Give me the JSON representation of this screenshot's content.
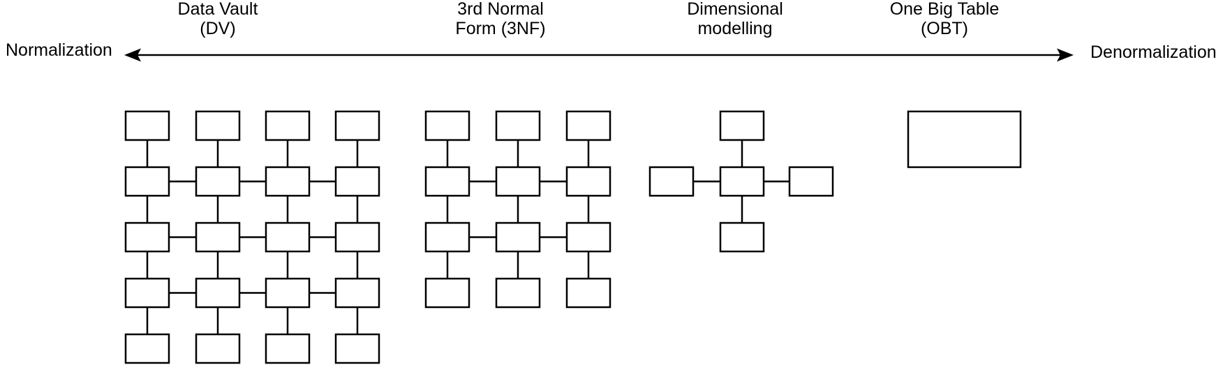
{
  "axis": {
    "left_label": "Normalization",
    "right_label": "Denormalization"
  },
  "methods": [
    {
      "name": "data-vault",
      "label": [
        "Data Vault",
        "(DV)"
      ],
      "diagram": {
        "type": "grid",
        "cols": 4,
        "rows": 5,
        "tables": 20
      }
    },
    {
      "name": "third-normal-form",
      "label": [
        "3rd Normal",
        "Form (3NF)"
      ],
      "diagram": {
        "type": "grid",
        "cols": 3,
        "rows": 4,
        "tables": 12
      }
    },
    {
      "name": "dimensional-modelling",
      "label": [
        "Dimensional",
        "modelling"
      ],
      "diagram": {
        "type": "star",
        "satellites": 4,
        "tables": 5
      }
    },
    {
      "name": "one-big-table",
      "label": [
        "One Big Table",
        "(OBT)"
      ],
      "diagram": {
        "type": "single",
        "tables": 1
      }
    }
  ],
  "colors": {
    "line": "#000000",
    "box_fill": "#ffffff",
    "background": "#ffffff"
  }
}
